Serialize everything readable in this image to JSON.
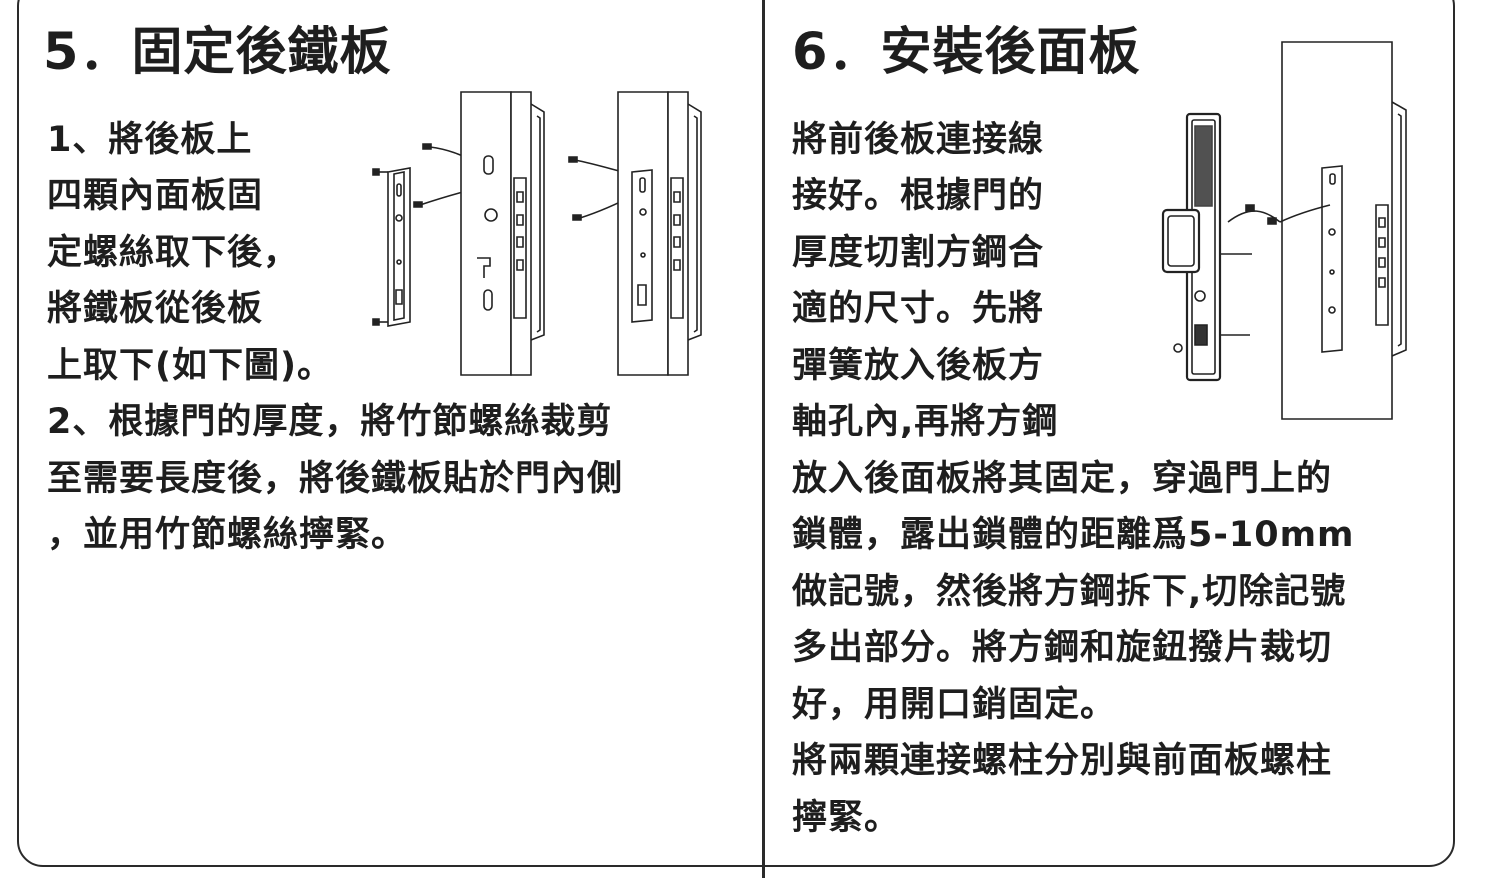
{
  "section5": {
    "title": "5．固定後鐵板",
    "lines": [
      "1、將後板上",
      "四顆內面板固",
      "定螺絲取下後，",
      "將鐵板從後板",
      "上取下(如下圖)。",
      "2、根據門的厚度，將竹節螺絲裁剪",
      "至需要長度後，將後鐵板貼於門內側",
      "，並用竹節螺絲擰緊。"
    ]
  },
  "section6": {
    "title": "6．安裝後面板",
    "lines": [
      "將前後板連接線",
      "接好。根據門的",
      "厚度切割方鋼合",
      "適的尺寸。先將",
      "彈簧放入後板方",
      "軸孔內,再將方鋼",
      "放入後面板將其固定，穿過門上的",
      "鎖體，露出鎖體的距離爲5-10mm",
      "做記號，然後將方鋼拆下,切除記號",
      "多出部分。將方鋼和旋鈕撥片裁切",
      "好，用開口銷固定。",
      "將兩顆連接螺柱分別與前面板螺柱",
      "擰緊。"
    ]
  }
}
